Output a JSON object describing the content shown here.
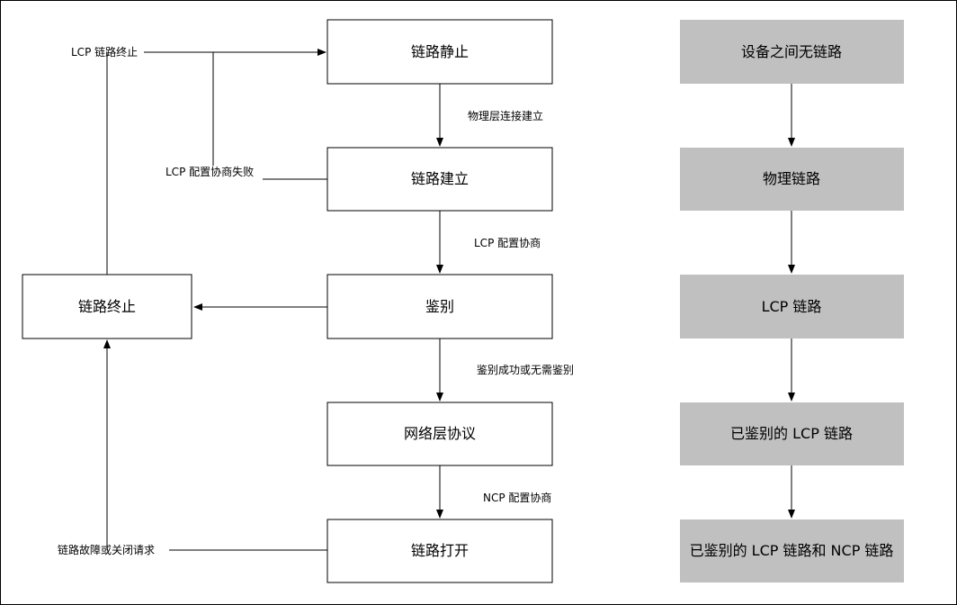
{
  "state_machine": {
    "states": {
      "dead": "链路静止",
      "establish": "链路建立",
      "authenticate": "鉴别",
      "network": "网络层协议",
      "open": "链路打开",
      "terminate": "链路终止"
    },
    "transitions": {
      "physical_up": "物理层连接建立",
      "lcp_negotiation": "LCP 配置协商",
      "auth_ok": "鉴别成功或无需鉴别",
      "ncp_negotiation": "NCP 配置协商",
      "lcp_fail": "LCP 配置协商失败",
      "lcp_terminate": "LCP 链路终止",
      "failure_or_close": "链路故障或关闭请求"
    }
  },
  "link_levels": {
    "items": [
      "设备之间无链路",
      "物理链路",
      "LCP 链路",
      "已鉴别的 LCP 链路",
      "已鉴别的 LCP 链路和 NCP 链路"
    ],
    "fill_color": "#c0c0c0"
  },
  "colors": {
    "border": "#000000",
    "line": "#000000",
    "box_fill": "#ffffff",
    "gray_fill": "#c0c0c0"
  }
}
